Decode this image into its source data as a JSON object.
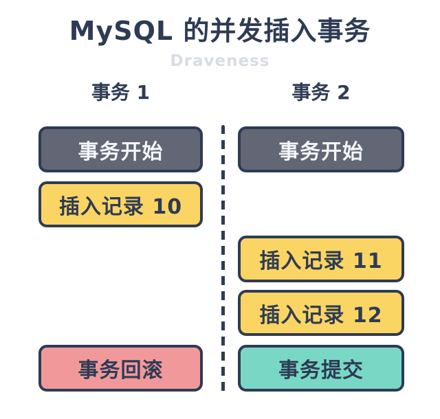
{
  "title": "MySQL 的并发插入事务",
  "watermark": "Draveness",
  "colors": {
    "ink": "#2e3b54",
    "dark_fill": "#626675",
    "yellow_fill": "#fbd563",
    "red_fill": "#f1999a",
    "teal_fill": "#79d7c6",
    "watermark_gray": "#d9dce3",
    "background": "#ffffff"
  },
  "columns": [
    {
      "id": "transaction-1",
      "label": "事务 1",
      "steps": [
        {
          "label": "事务开始",
          "kind": "start"
        },
        {
          "label": "插入记录 10",
          "kind": "insert"
        },
        {
          "label": "事务回滚",
          "kind": "rollback"
        }
      ]
    },
    {
      "id": "transaction-2",
      "label": "事务 2",
      "steps": [
        {
          "label": "事务开始",
          "kind": "start"
        },
        {
          "label": "插入记录 11",
          "kind": "insert"
        },
        {
          "label": "插入记录 12",
          "kind": "insert"
        },
        {
          "label": "事务提交",
          "kind": "commit"
        }
      ]
    }
  ]
}
